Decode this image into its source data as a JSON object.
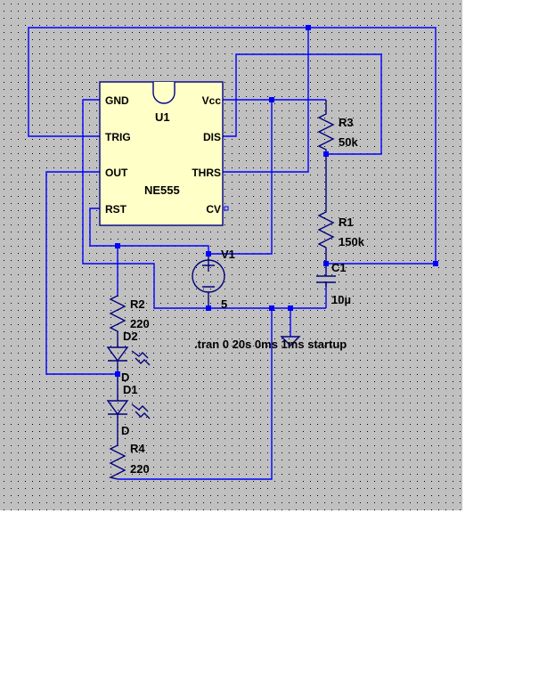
{
  "colors": {
    "background": "#ffffff",
    "canvas": "#c0c0c0",
    "grid_dot": "#000000",
    "wire": "#0000ff",
    "component": "#000080",
    "ic_fill": "#ffffc8",
    "junction": "#0000ff"
  },
  "ic": {
    "ref": "U1",
    "part": "NE555",
    "pins": {
      "gnd": "GND",
      "trig": "TRIG",
      "out": "OUT",
      "rst": "RST",
      "vcc": "Vcc",
      "dis": "DIS",
      "thrs": "THRS",
      "cv": "CV"
    }
  },
  "components": {
    "r3": {
      "ref": "R3",
      "value": "50k"
    },
    "r1": {
      "ref": "R1",
      "value": "150k"
    },
    "c1": {
      "ref": "C1",
      "value": "10µ"
    },
    "v1": {
      "ref": "V1",
      "value": "5"
    },
    "r2": {
      "ref": "R2",
      "value": "220"
    },
    "d2": {
      "ref": "D2",
      "value": "D"
    },
    "d1": {
      "ref": "D1",
      "value": "D"
    },
    "r4": {
      "ref": "R4",
      "value": "220"
    }
  },
  "directive": ".tran 0 20s 0ms 1ms startup",
  "icons": {
    "ground": "ground-symbol-icon",
    "voltage_source": "voltage-source-icon",
    "led": "led-icon",
    "resistor": "resistor-icon",
    "capacitor": "capacitor-icon"
  }
}
